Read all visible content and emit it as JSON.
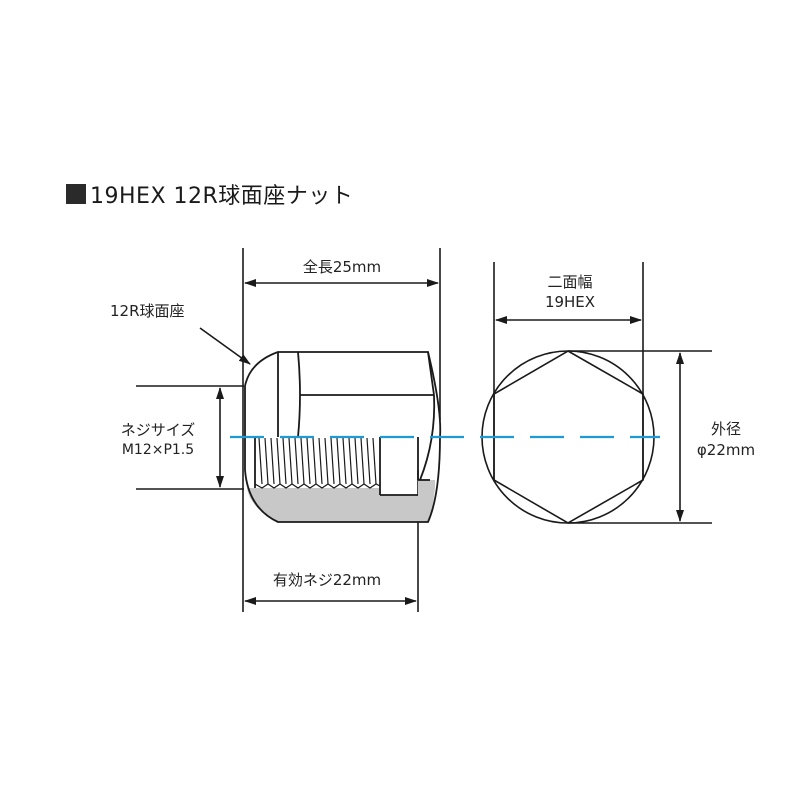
{
  "title": "19HEX 12R球面座ナット",
  "labels": {
    "overall_length": "全長25mm",
    "seat": "12R球面座",
    "thread_size_title": "ネジサイズ",
    "thread_size_value": "M12×P1.5",
    "effective_thread": "有効ネジ22mm",
    "hex_width_title": "二面幅",
    "hex_width_value": "19HEX",
    "outer_diameter_title": "外径",
    "outer_diameter_value": "φ22mm"
  },
  "colors": {
    "line": "#1a1a1a",
    "centerline": "#1e9ad6",
    "fill_gray": "#c8c8c8"
  }
}
